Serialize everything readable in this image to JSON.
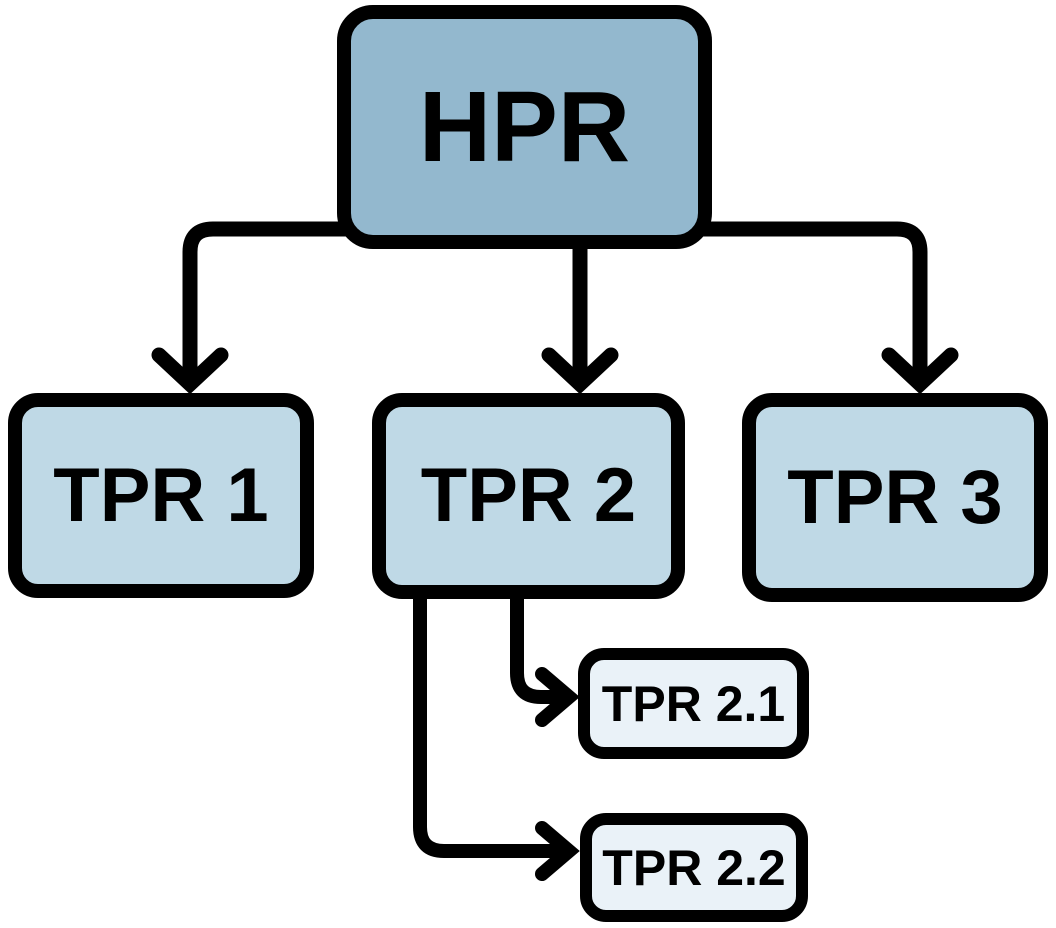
{
  "page": {
    "background": "#FFFFFF"
  },
  "diagram": {
    "type": "hierarchy-flowchart",
    "colors": {
      "root_fill": "#93B8CE",
      "child_fill": "#BFD9E6",
      "grandchild_fill": "#EAF2F8",
      "outline": "#000000",
      "connector": "#000000",
      "text": "#000000"
    },
    "nodes": {
      "hpr": {
        "label": "HPR"
      },
      "tpr1": {
        "label": "TPR 1"
      },
      "tpr2": {
        "label": "TPR 2"
      },
      "tpr3": {
        "label": "TPR 3"
      },
      "tpr21": {
        "label": "TPR 2.1"
      },
      "tpr22": {
        "label": "TPR 2.2"
      }
    },
    "edges": [
      {
        "from": "HPR",
        "to": "TPR 1"
      },
      {
        "from": "HPR",
        "to": "TPR 2"
      },
      {
        "from": "HPR",
        "to": "TPR 3"
      },
      {
        "from": "TPR 2",
        "to": "TPR 2.1"
      },
      {
        "from": "TPR 2",
        "to": "TPR 2.2"
      }
    ]
  }
}
